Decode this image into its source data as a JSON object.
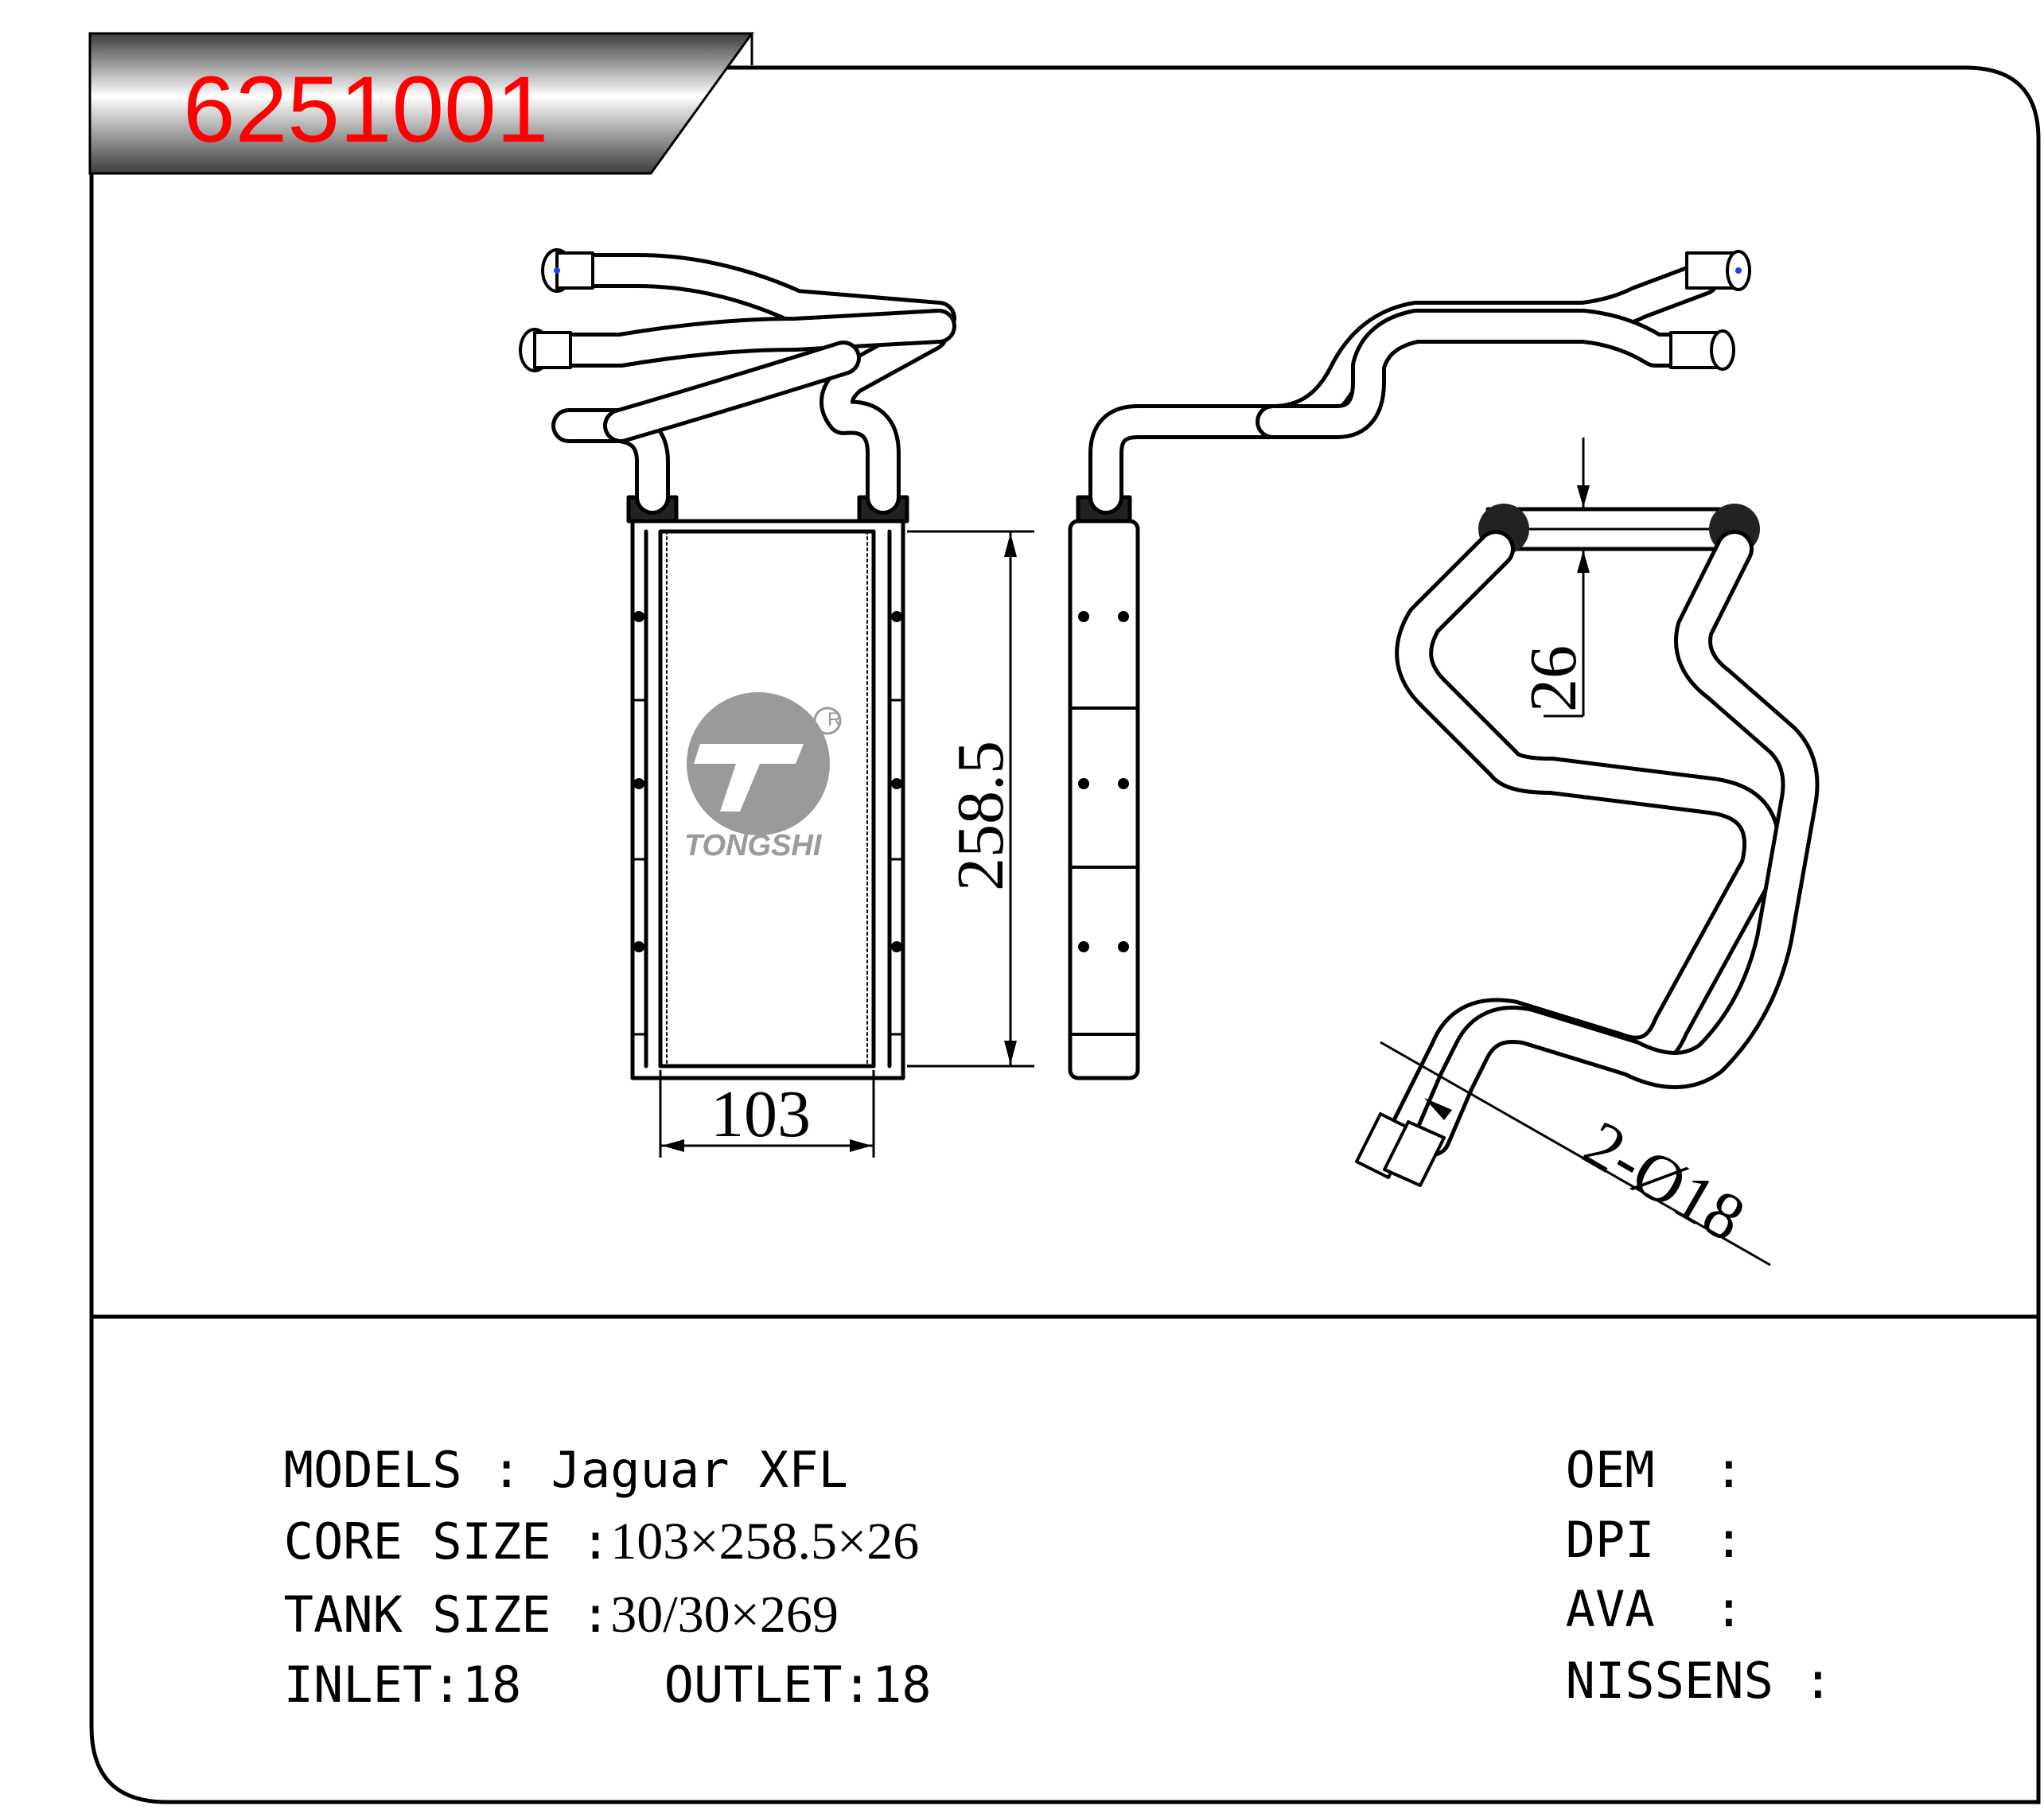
{
  "part_number": "6251001",
  "colors": {
    "part_number": "#ff0000",
    "line": "#000000",
    "header_gradient_dark": "#444444",
    "logo_gray": "#9a9a9a"
  },
  "logo": {
    "brand": "TONGSHI",
    "registered_mark": "R"
  },
  "dimensions": {
    "height": "258.5",
    "width": "103",
    "thickness": "26",
    "pipe_diameter": "2-Ø18"
  },
  "specs": {
    "models_label": "MODELS : ",
    "models_value": "Jaguar XFL",
    "core_label": "CORE SIZE :",
    "core_value": "103×258.5×26",
    "tank_label": "TANK SIZE :",
    "tank_value": "30/30×269",
    "inlet_label": "INLET:",
    "inlet_value": "18",
    "outlet_label": "OUTLET:",
    "outlet_value": "18",
    "oem_label": "OEM  :",
    "dpi_label": "DPI  :",
    "ava_label": "AVA  :",
    "nissens_label": "NISSENS :"
  }
}
